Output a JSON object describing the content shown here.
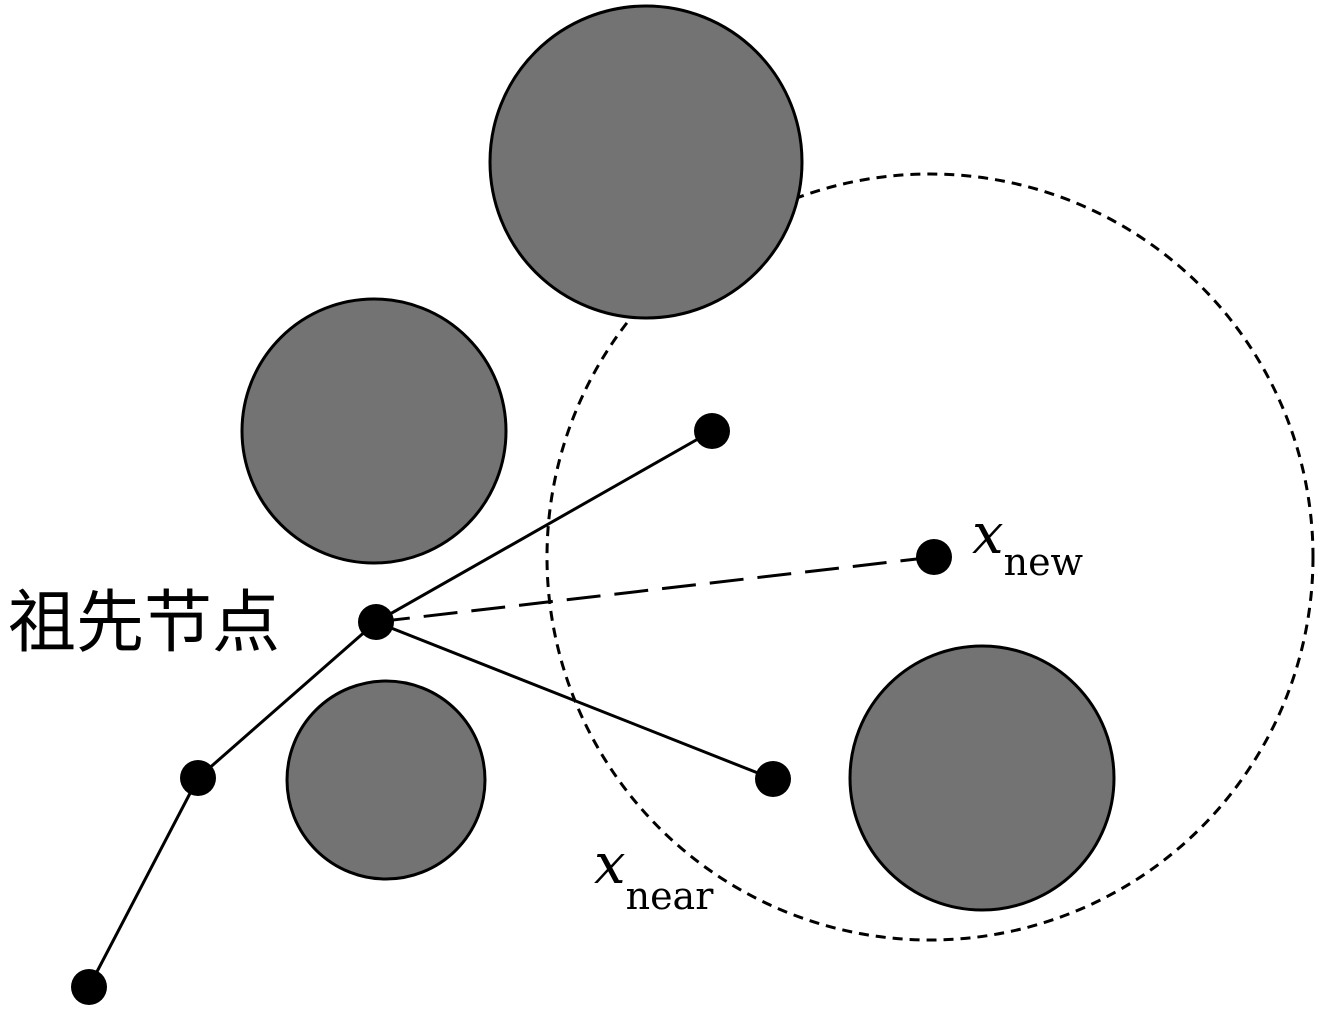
{
  "labels": {
    "ancestor_node": "祖先节点",
    "x_new_var": "x",
    "x_new_sub": "new",
    "x_near_var": "x",
    "x_near_sub": "near"
  },
  "colors": {
    "obstacle_fill": "#737373",
    "stroke": "#000000",
    "node": "#000000",
    "background": "#ffffff"
  }
}
